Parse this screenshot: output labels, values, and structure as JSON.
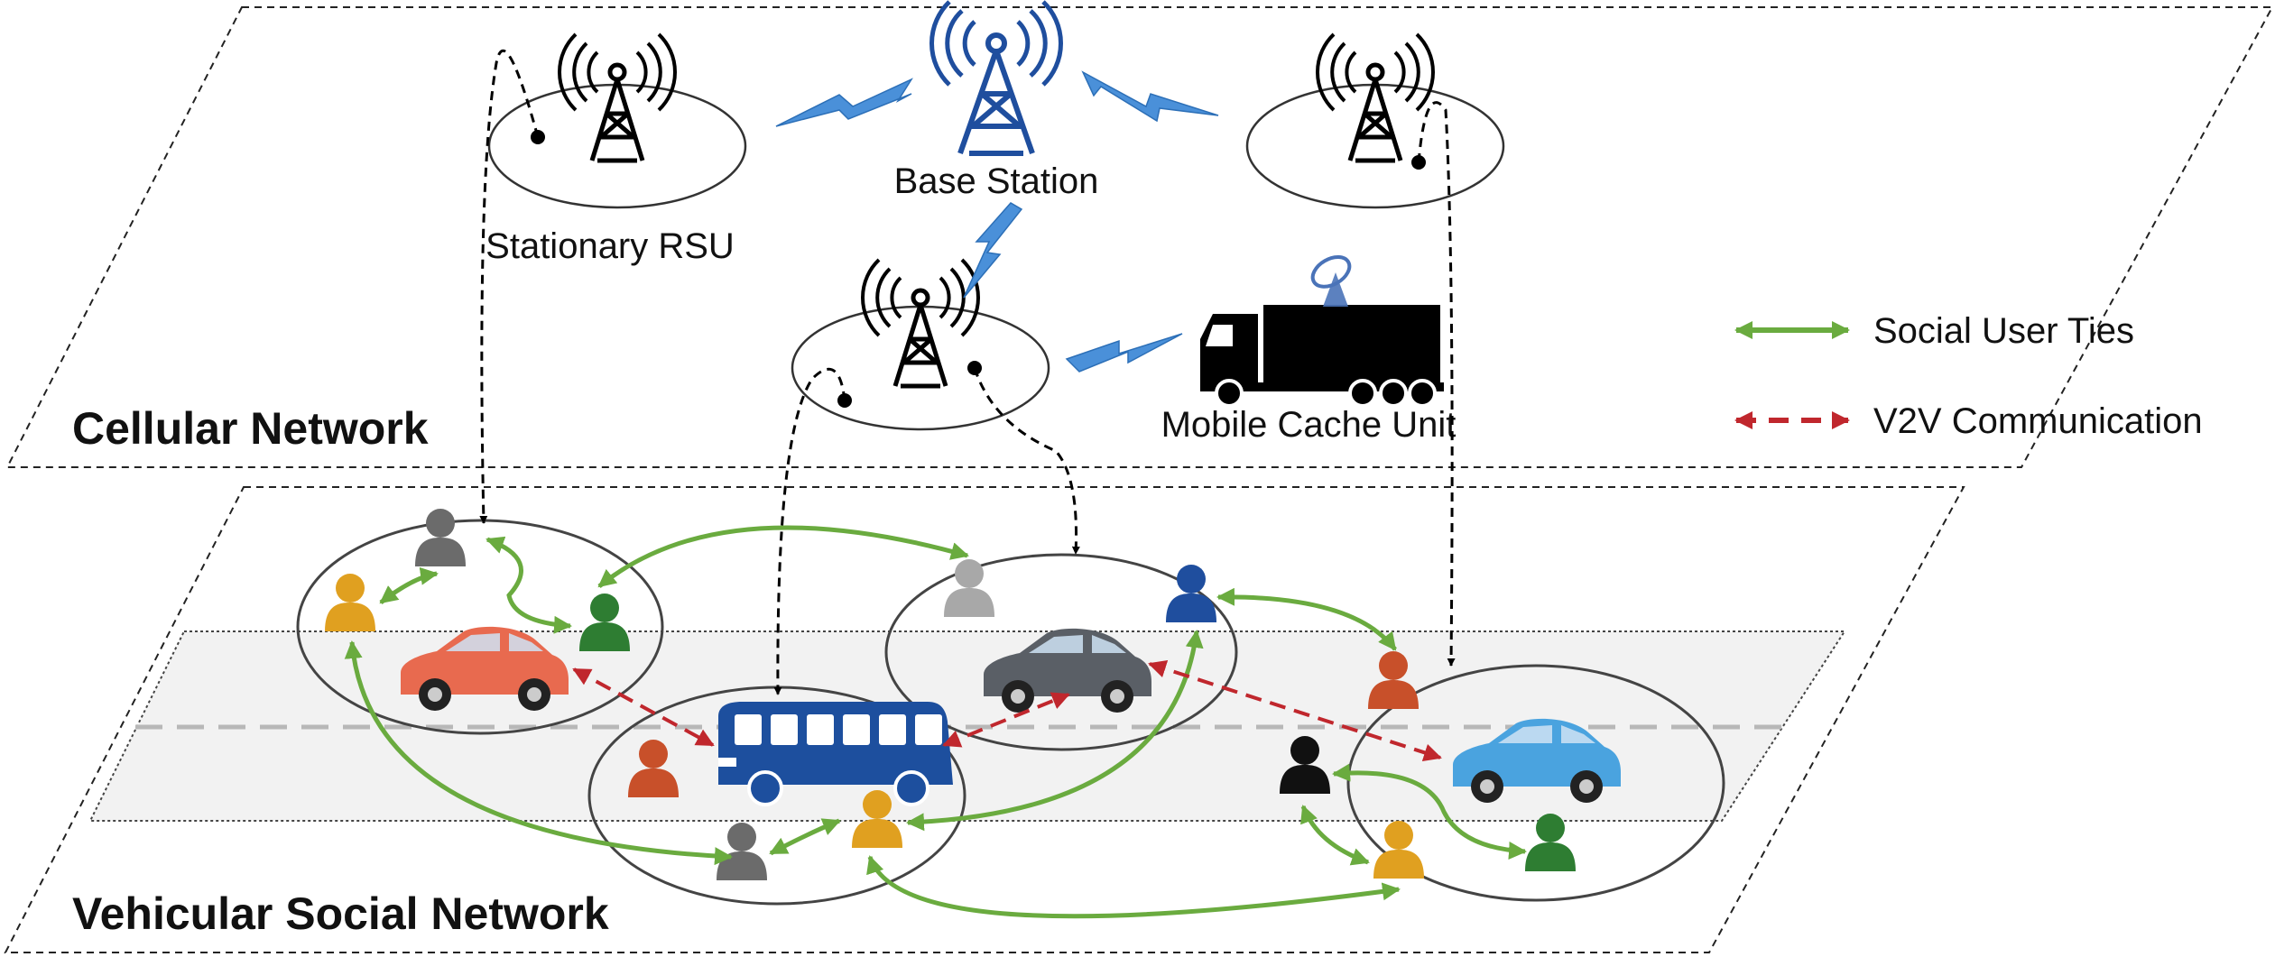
{
  "layers": {
    "cellular": {
      "title": "Cellular Network"
    },
    "vehicular": {
      "title": "Vehicular Social Network"
    }
  },
  "nodes": {
    "base_station": {
      "label": "Base Station",
      "icon": "cell-tower-icon"
    },
    "stationary_rsu": {
      "label": "Stationary RSU",
      "icon": "antenna-icon"
    },
    "mobile_cache_unit": {
      "label": "Mobile Cache Unit",
      "icon": "truck-icon"
    }
  },
  "legend": {
    "social_ties": {
      "label": "Social User Ties",
      "color": "#6aab3f"
    },
    "v2v": {
      "label": "V2V Communication",
      "color": "#c0272d"
    }
  },
  "colors": {
    "wireless_bolt": "#4a90d9",
    "tower": "#1f4e9e",
    "road": "#f2f2f2",
    "user_orange": "#e0a020",
    "user_gray": "#6b6b6b",
    "user_green": "#2e7d32",
    "user_blue": "#1f4e9e",
    "user_red": "#c8502a",
    "user_black": "#111111",
    "car_red": "#e86a4f",
    "car_gray": "#5a5f66",
    "car_blue": "#4aa3df",
    "bus_blue": "#1d4f9e"
  }
}
